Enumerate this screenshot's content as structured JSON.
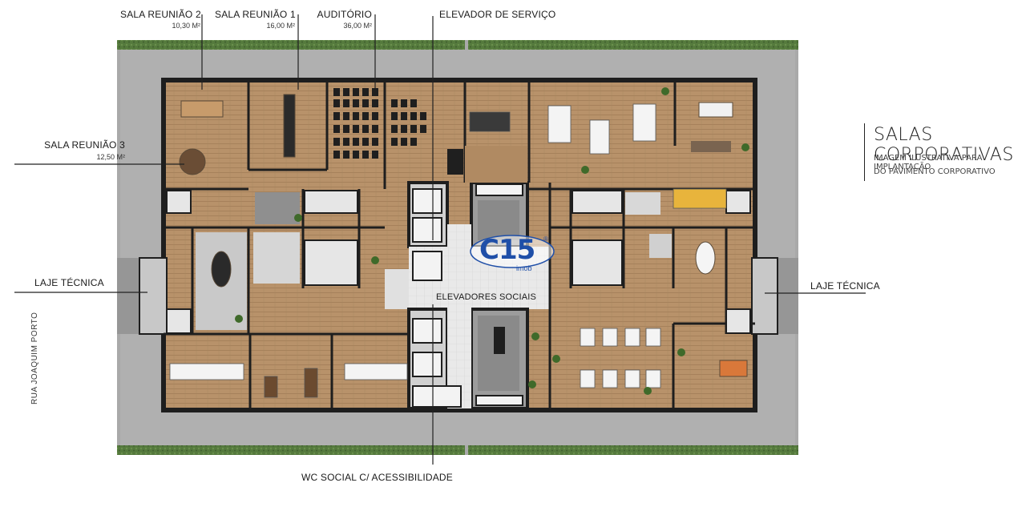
{
  "labels": {
    "sala_reuniao_2": "SALA REUNIÃO 2",
    "sala_reuniao_2_area": "10,30 M²",
    "sala_reuniao_1": "SALA REUNIÃO 1",
    "sala_reuniao_1_area": "16,00 M²",
    "auditorio": "AUDITÓRIO",
    "auditorio_area": "36,00 M²",
    "elevador_servico": "ELEVADOR DE SERVIÇO",
    "sala_reuniao_3": "SALA REUNIÃO 3",
    "sala_reuniao_3_area": "12,50 M²",
    "laje_tecnica_left": "LAJE TÉCNICA",
    "laje_tecnica_right": "LAJE TÉCNICA",
    "elevadores_sociais": "ELEVADORES SOCIAIS",
    "wc_social": "WC SOCIAL C/ ACESSIBILIDADE",
    "street": "RUA JOAQUIM PORTO"
  },
  "title_block": {
    "title": "SALAS CORPORATIVAS",
    "subtitle_line1": "IMAGEM ILUSTRATIVA PARA IMPLANTAÇÃO",
    "subtitle_line2": "DO PAVIMENTO CORPORATIVO"
  },
  "logo": {
    "text": "C15",
    "sub": "imob",
    "mark": "®",
    "brand_color": "#1f4fa8"
  },
  "colors": {
    "wood_floor": "#b8926a",
    "wall": "#1e1e1e",
    "terrace": "#a9a9a9",
    "greenery": "#4f6e3a",
    "core_floor": "#bdbdbd"
  }
}
